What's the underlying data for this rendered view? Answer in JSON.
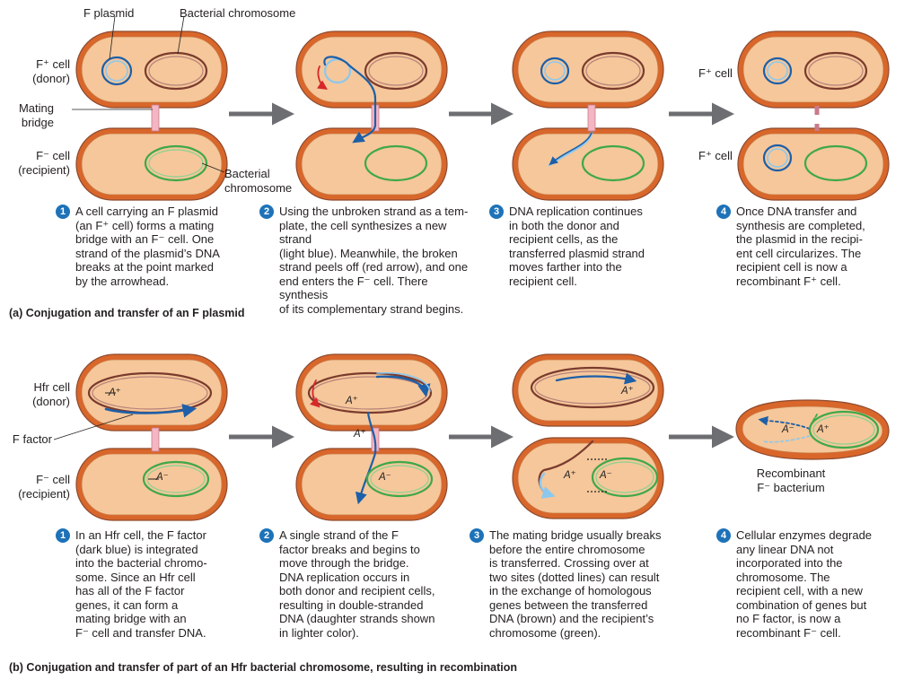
{
  "labels": {
    "f_plasmid": "F plasmid",
    "bacterial_chromosome_top": "Bacterial chromosome",
    "f_plus_donor": "F⁺ cell\n(donor)",
    "mating_bridge": "Mating\nbridge",
    "f_minus_recipient_a": "F⁻ cell\n(recipient)",
    "bacterial_chromosome_bottom": "Bacterial\nchromosome",
    "f_plus_cell_1": "F⁺ cell",
    "f_plus_cell_2": "F⁺ cell",
    "hfr_donor": "Hfr cell\n(donor)",
    "f_factor": "F factor",
    "f_minus_recipient_b": "F⁻ cell\n(recipient)",
    "recombinant": "Recombinant\nF⁻ bacterium"
  },
  "genes": {
    "a_plus": "A⁺",
    "a_minus": "A⁻"
  },
  "steps_a": [
    {
      "num": "1",
      "text": "A cell carrying an F plasmid\n(an F⁺ cell) forms a mating\nbridge with an F⁻ cell. One\nstrand of the plasmid’s DNA\nbreaks at the point marked\nby the arrowhead."
    },
    {
      "num": "2",
      "text": "Using the unbroken strand as a tem-\nplate, the cell synthesizes a new strand\n(light blue). Meanwhile, the broken\nstrand peels off (red arrow), and one\nend enters the F⁻ cell. There synthesis\nof its complementary strand begins."
    },
    {
      "num": "3",
      "text": "DNA replication continues\nin both the donor and\nrecipient cells, as the\ntransferred plasmid strand\nmoves farther into the\nrecipient cell."
    },
    {
      "num": "4",
      "text": "Once DNA transfer and\nsynthesis are completed,\nthe plasmid in the recipi-\nent cell circularizes. The\nrecipient cell is now a\nrecombinant F⁺ cell."
    }
  ],
  "steps_b": [
    {
      "num": "1",
      "text": "In an Hfr cell, the F factor\n(dark blue) is integrated\ninto the bacterial chromo-\nsome. Since an Hfr cell\nhas all of the F factor\ngenes, it can form a\nmating bridge with an\nF⁻ cell and transfer DNA."
    },
    {
      "num": "2",
      "text": "A single strand of the F\nfactor breaks and begins to\nmove through the bridge.\nDNA replication occurs in\nboth donor and recipient cells,\nresulting in double-stranded\nDNA (daughter strands shown\nin lighter color)."
    },
    {
      "num": "3",
      "text": "The mating bridge usually breaks\nbefore the entire chromosome\nis transferred. Crossing over at\ntwo sites (dotted lines) can result\nin the exchange of homologous\ngenes between the transferred\nDNA (brown) and the recipient’s\nchromosome (green)."
    },
    {
      "num": "4",
      "text": "Cellular enzymes degrade\nany linear DNA not\nincorporated into the\nchromosome. The\nrecipient cell, with a new\ncombination of genes but\nno F factor, is now a\nrecombinant F⁻ cell."
    }
  ],
  "captions": {
    "a": "(a) Conjugation and transfer of an F plasmid",
    "b": "(b) Conjugation and transfer of part of an Hfr bacterial chromosome, resulting in recombination"
  },
  "colors": {
    "cell_fill": "#f5c79a",
    "cell_rim": "#d9662a",
    "cell_outline": "#8c4a2f",
    "plasmid_dark": "#1d5fa8",
    "plasmid_light": "#8cc8ee",
    "chromosome_brown": "#7a3b2e",
    "chromosome_green": "#3ea84a",
    "arrow_grey": "#6d6e71",
    "peel_red": "#d6272a",
    "step_badge": "#1d72b8"
  }
}
